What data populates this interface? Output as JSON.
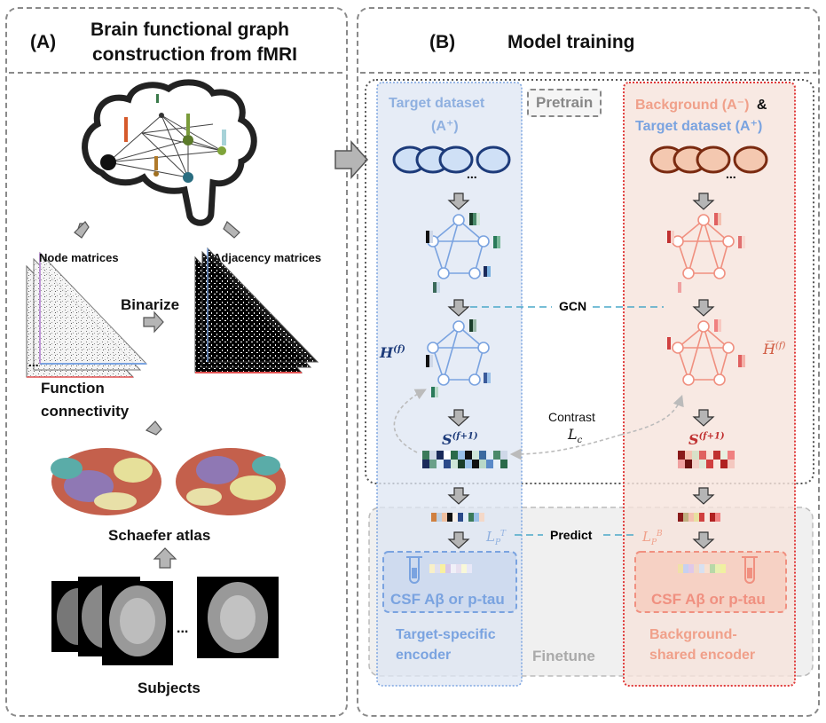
{
  "panel_a": {
    "tag": "(A)",
    "title_line1": "Brain functional graph",
    "title_line2": "construction from fMRI",
    "node_matrices": "Node matrices",
    "adjacency_matrices": "Adjacency matrices",
    "binarize": "Binarize",
    "function_line1": "Function",
    "function_line2": "connectivity",
    "schaefer": "Schaefer atlas",
    "subjects": "Subjects",
    "ellipsis": "..."
  },
  "panel_b": {
    "tag": "(B)",
    "title": "Model training",
    "pretrain": "Pretrain",
    "finetune": "Finetune",
    "target_dataset_line1": "Target dataset",
    "target_dataset_line2": "(A⁺)",
    "background_label": "Background (A⁻)",
    "ampersand": "&",
    "target_dataset_right": "Target dataset (A⁺)",
    "gcn": "GCN",
    "contrast": "Contrast",
    "lc": "L",
    "lc_sub": "c",
    "predict": "Predict",
    "h_left": "H",
    "h_left_sup": "(f)",
    "h_right": "H̅",
    "h_right_sup": "(f)",
    "s_left": "S",
    "s_left_sup": "(f+1)",
    "s_right": "S",
    "s_right_sup": "(f+1)",
    "lp_t": "L",
    "lp_t_sub": "P",
    "lp_t_sup": "T",
    "lp_b": "L",
    "lp_b_sub": "P",
    "lp_b_sup": "B",
    "csf_left": "CSF Aβ or p-tau",
    "csf_right": "CSF Aβ or p-tau",
    "target_encoder_line1": "Target-specific",
    "target_encoder_line2": "encoder",
    "background_encoder_line1": "Background-",
    "background_encoder_line2": "shared encoder",
    "ellipsis": "..."
  },
  "colors": {
    "blue_text": "#8fb0e0",
    "red_text": "#f0a08a",
    "blue_box": "#dde6f3",
    "red_box": "#f6e3dc",
    "blue_graph": "#7aa3e0",
    "red_graph": "#f09080"
  }
}
